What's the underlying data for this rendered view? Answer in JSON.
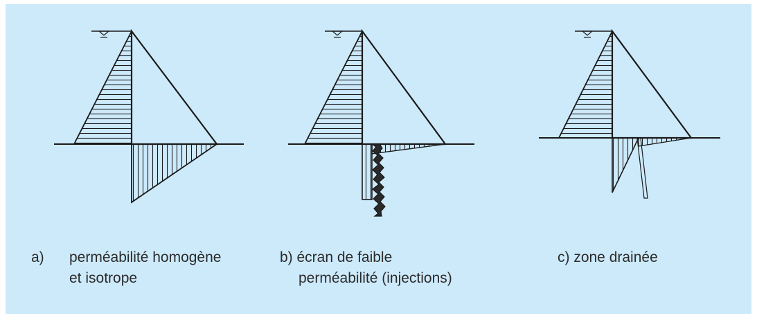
{
  "captions": {
    "a": {
      "letter": "a)",
      "line1": "perméabilité homogène",
      "line2": "et isotrope"
    },
    "b": {
      "line1": "b) écran de faible",
      "line2": "perméabilité (injections)"
    },
    "c": {
      "line1": "c) zone drainée"
    }
  },
  "colors": {
    "background": "#cdeafb",
    "line": "#1a1a1a",
    "text": "#2b2b2b"
  }
}
